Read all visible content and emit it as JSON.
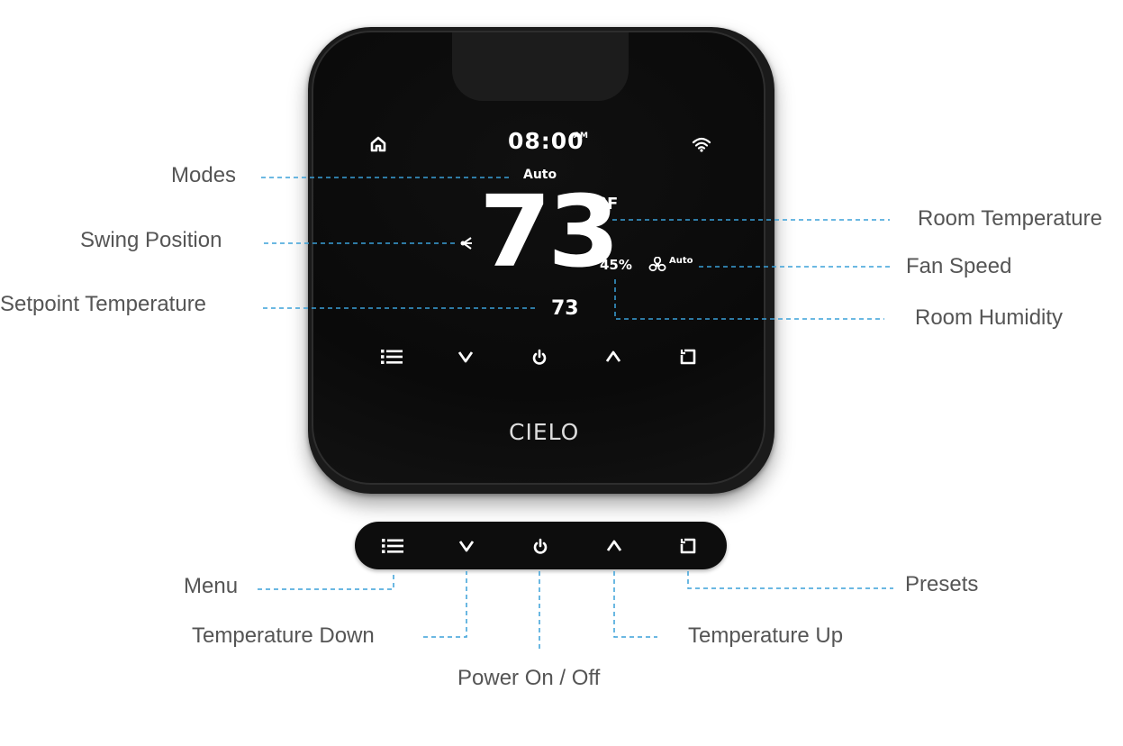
{
  "display": {
    "clock": "08:00",
    "ampm": "AM",
    "mode": "Auto",
    "room_temperature": "73",
    "unit": "°F",
    "humidity": "45%",
    "fan_speed": "Auto",
    "setpoint": "73",
    "brand": "CIELO"
  },
  "icons": {
    "home": "home-icon",
    "wifi": "wifi-icon",
    "swing": "swing-icon",
    "fan": "fan-icon",
    "menu": "menu-icon",
    "down": "chevron-down-icon",
    "power": "power-icon",
    "up": "chevron-up-icon",
    "presets": "presets-icon"
  },
  "labels": {
    "modes": "Modes",
    "swing_position": "Swing Position",
    "setpoint_temperature": "Setpoint Temperature",
    "room_temperature": "Room Temperature",
    "fan_speed": "Fan Speed",
    "room_humidity": "Room Humidity",
    "menu": "Menu",
    "temperature_down": "Temperature Down",
    "power": "Power On / Off",
    "temperature_up": "Temperature Up",
    "presets": "Presets"
  },
  "colors": {
    "leader": "#3aa0d8",
    "label": "#555555",
    "device": "#0a0a0a"
  }
}
